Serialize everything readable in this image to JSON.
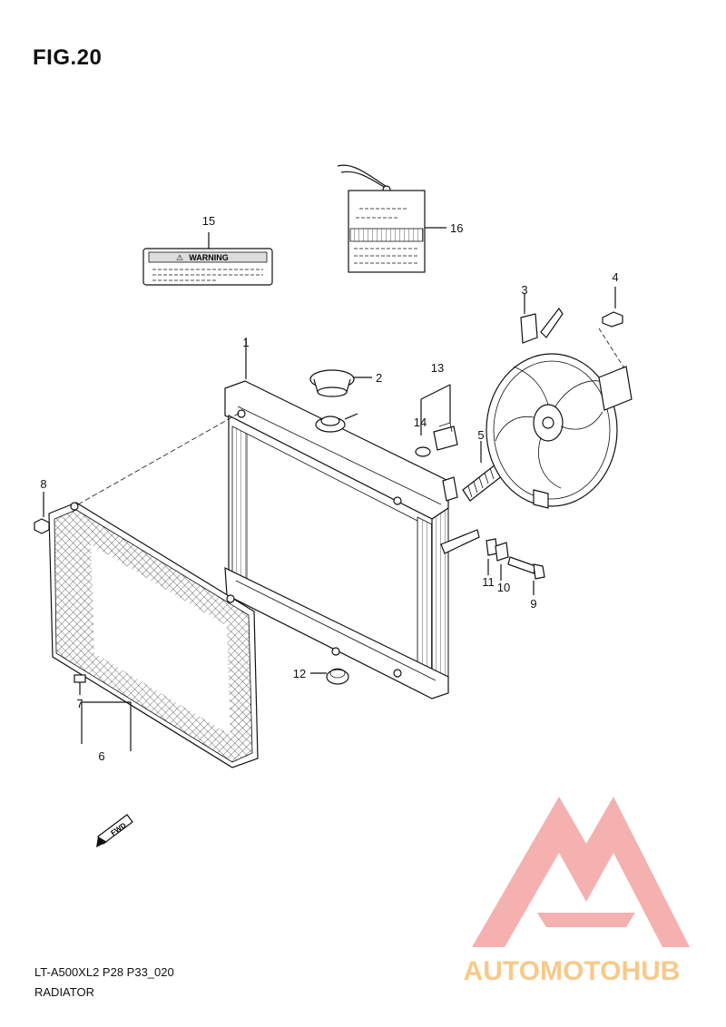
{
  "figure": {
    "title": "FIG.20"
  },
  "labels": {
    "warning": "WARNING",
    "fwd": "FWD"
  },
  "callouts": [
    "1",
    "2",
    "3",
    "4",
    "5",
    "6",
    "7",
    "8",
    "9",
    "10",
    "11",
    "12",
    "13",
    "14",
    "15",
    "16"
  ],
  "footer": {
    "model_code": "LT-A500XL2 P28 P33_020",
    "section_name": "RADIATOR"
  },
  "watermark": {
    "brand": "AUTOMOTOHUB",
    "colors": {
      "accent": "#f4a7a7",
      "orange": "#f7c98a",
      "gray": "#7a7a7a"
    }
  }
}
